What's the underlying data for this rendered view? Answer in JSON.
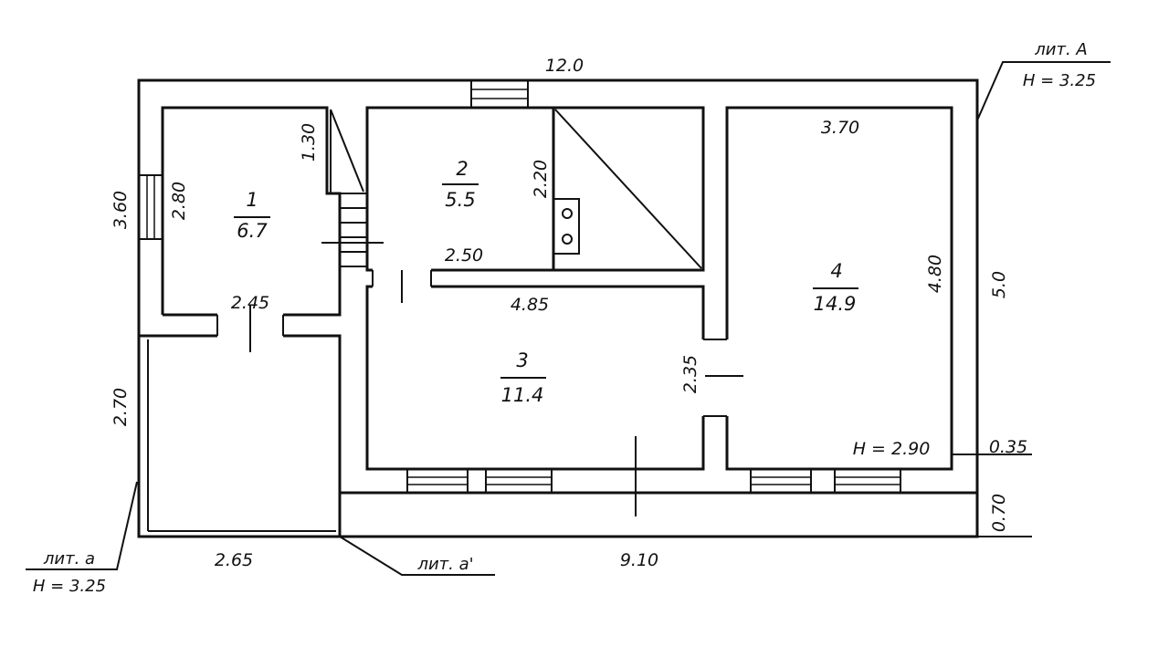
{
  "plan": {
    "labels": {
      "outer_top": "12.0",
      "lit_A": "лит. А",
      "lit_A_h": "H = 3.25",
      "left_3_60": "3.60",
      "left_2_70": "2.70",
      "right_5_0": "5.0",
      "right_0_70": "0.70",
      "right_0_35": "0.35",
      "bottom_2_65": "2.65",
      "bottom_9_10": "9.10",
      "lit_a": "лит. а",
      "lit_a_h": "H = 3.25",
      "lit_a_prime": "лит. а'",
      "room_height": "H = 2.90"
    },
    "rooms": [
      {
        "num": "1",
        "area": "6.7",
        "dims": [
          "2.80",
          "1.30",
          "2.45"
        ]
      },
      {
        "num": "2",
        "area": "5.5",
        "dims": [
          "2.20",
          "2.50"
        ]
      },
      {
        "num": "3",
        "area": "11.4",
        "dims": [
          "4.85",
          "2.35"
        ]
      },
      {
        "num": "4",
        "area": "14.9",
        "dims": [
          "3.70",
          "4.80"
        ]
      }
    ]
  }
}
